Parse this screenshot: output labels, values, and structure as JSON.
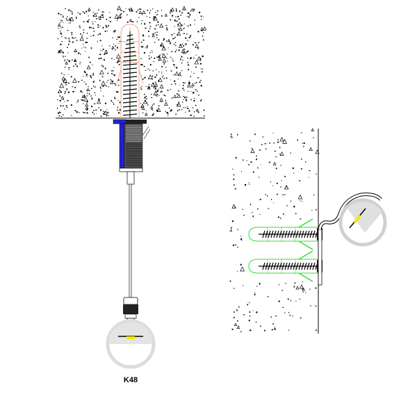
{
  "labels": {
    "profile_name": "K48",
    "side_marker": "1"
  },
  "colors": {
    "anchor_plug_ceiling": "#f0a58a",
    "anchor_plug_wall": "#33dd33",
    "mount_plate": "#2222cc",
    "led_strip": "#f5e600",
    "profile": "#dcdcdc"
  },
  "views": [
    {
      "name": "ceiling-suspended-mount"
    },
    {
      "name": "wall-bracket-mount"
    }
  ]
}
